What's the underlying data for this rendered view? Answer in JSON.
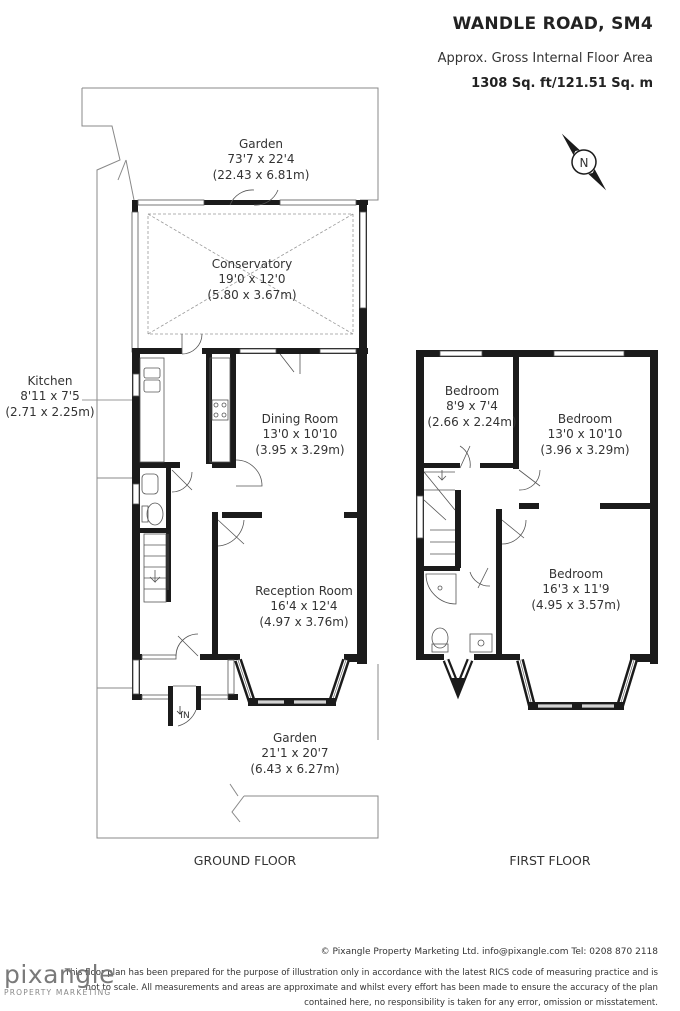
{
  "header": {
    "title": "WANDLE ROAD, SM4",
    "subtitle": "Approx. Gross Internal Floor Area",
    "area": "1308 Sq. ft/121.51 Sq. m"
  },
  "compass": {
    "label": "N",
    "icon": "north-arrow-icon"
  },
  "ground_floor": {
    "label": "GROUND FLOOR",
    "rooms": [
      {
        "id": "garden-rear",
        "name": "Garden",
        "imperial": "73'7 x 22'4",
        "metric": "(22.43 x 6.81m)"
      },
      {
        "id": "conservatory",
        "name": "Conservatory",
        "imperial": "19'0 x 12'0",
        "metric": "(5.80 x 3.67m)"
      },
      {
        "id": "kitchen",
        "name": "Kitchen",
        "imperial": "8'11 x 7'5",
        "metric": "(2.71 x 2.25m)"
      },
      {
        "id": "dining",
        "name": "Dining Room",
        "imperial": "13'0 x 10'10",
        "metric": "(3.95 x 3.29m)"
      },
      {
        "id": "reception",
        "name": "Reception Room",
        "imperial": "16'4 x 12'4",
        "metric": "(4.97 x 3.76m)"
      },
      {
        "id": "garden-front",
        "name": "Garden",
        "imperial": "21'1 x 20'7",
        "metric": "(6.43 x 6.27m)"
      }
    ],
    "entrance_label": "IN"
  },
  "first_floor": {
    "label": "FIRST FLOOR",
    "rooms": [
      {
        "id": "bed1",
        "name": "Bedroom",
        "imperial": "8'9 x 7'4",
        "metric": "(2.66 x 2.24m)"
      },
      {
        "id": "bed2",
        "name": "Bedroom",
        "imperial": "13'0 x 10'10",
        "metric": "(3.96 x 3.29m)"
      },
      {
        "id": "bed3",
        "name": "Bedroom",
        "imperial": "16'3 x 11'9",
        "metric": "(4.95 x 3.57m)"
      }
    ]
  },
  "footer": {
    "credit": "© Pixangle Property Marketing Ltd. info@pixangle.com Tel: 0208 870 2118",
    "disclaimer": [
      "This floor plan has been prepared for the purpose of illustration only in accordance with the latest RICS code of measuring practice and is",
      "not to scale. All measurements and areas are approximate and whilst every effort has been made to ensure the accuracy of the plan",
      "contained here, no responsibility is taken for any error, omission or misstatement."
    ],
    "logo_word": "pixangle",
    "logo_tag": "PROPERTY MARKETING"
  },
  "colors": {
    "wall": "#1b1b1b",
    "outline": "#808080",
    "glazing": "#9a9a9a",
    "text": "#333333"
  }
}
